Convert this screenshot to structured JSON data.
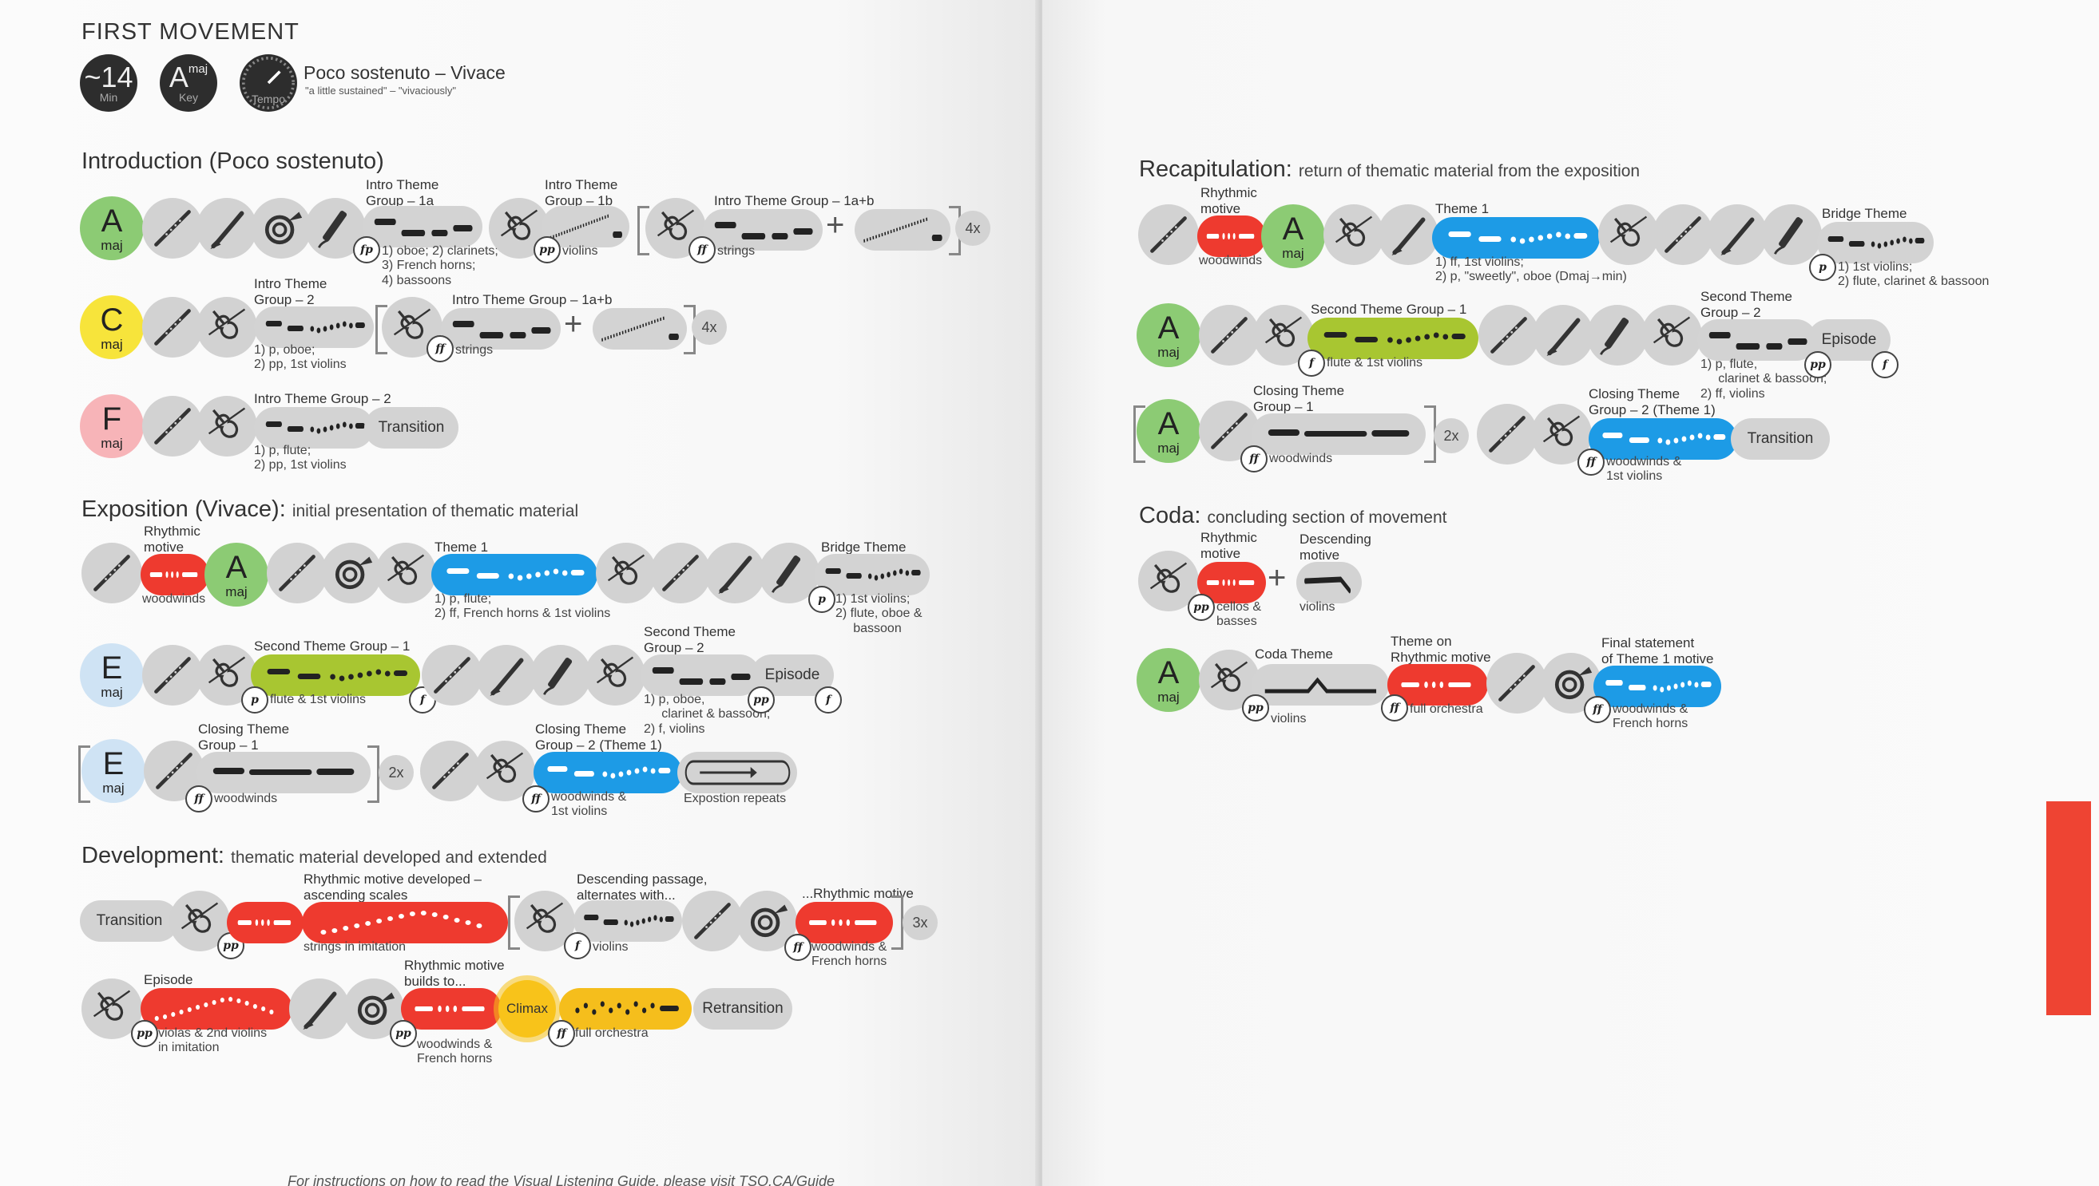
{
  "colors": {
    "theme1": "#1d9be6",
    "theme2": "#a8c631",
    "rhythmic": "#ee3a2f",
    "closing": "#f5be1c",
    "key_a": "#8ccb74",
    "key_c": "#f7e43b",
    "key_f": "#f7b4b8",
    "key_e": "#cfe3f4",
    "instrument": "#d2d2d2"
  },
  "header": {
    "title": "FIRST MOVEMENT",
    "duration_value": "~14",
    "duration_unit": "Min",
    "key_letter": "A",
    "key_mode": "maj",
    "key_caption": "Key",
    "tempo_caption": "Tempo",
    "tempo_text": "Poco sostenuto – Vivace",
    "tempo_translation": "\"a little sustained\" – \"vivaciously\""
  },
  "intro": {
    "title": "Introduction (Poco sostenuto)",
    "row1": {
      "key": "A",
      "mode": "maj",
      "g1a_label": "Intro Theme\nGroup – 1a",
      "g1a_note": "1) oboe; 2) clarinets;\n3) French horns;\n4) bassoons",
      "g1a_dyn": "fp",
      "g1b_label": "Intro Theme\nGroup – 1b",
      "g1b_note": "violins",
      "g1b_dyn": "pp",
      "g1ab_label": "Intro Theme Group – 1a+b",
      "g1ab_note": "strings",
      "g1ab_dyn": "ff",
      "repeat": "4x"
    },
    "row2": {
      "key": "C",
      "mode": "maj",
      "g2_label": "Intro Theme\nGroup – 2",
      "g2_note": "1) p, oboe;\n2) pp, 1st violins",
      "g1ab_label": "Intro Theme Group – 1a+b",
      "g1ab_note": "strings",
      "g1ab_dyn": "ff",
      "repeat": "4x"
    },
    "row3": {
      "key": "F",
      "mode": "maj",
      "g2_label": "Intro Theme Group – 2",
      "g2_note": "1) p, flute;\n2) pp, 1st violins",
      "transition": "Transition"
    }
  },
  "exposition": {
    "title": "Exposition (Vivace):",
    "subtitle": "initial presentation of thematic material",
    "row1": {
      "rhythmic_label": "Rhythmic\nmotive",
      "rhythmic_note": "woodwinds",
      "key": "A",
      "mode": "maj",
      "theme1_label": "Theme 1",
      "theme1_note": "1) p, flute;\n2) ff, French horns & 1st violins",
      "bridge_label": "Bridge Theme",
      "bridge_note": "1) 1st violins;\n2) flute, oboe &\n     bassoon",
      "bridge_dyn": "p"
    },
    "row2": {
      "key": "E",
      "mode": "maj",
      "stg1_label": "Second Theme Group – 1",
      "stg1_note": "flute & 1st violins",
      "stg1_dyn": "p",
      "stg1_dyn2": "f",
      "stg2_label": "Second Theme\nGroup – 2",
      "stg2_note": "1) p, oboe,\n     clarinet & bassoon;\n2) f, violins",
      "episode": "Episode",
      "ep_dyn1": "pp",
      "ep_dyn2": "f"
    },
    "row3": {
      "key": "E",
      "mode": "maj",
      "ctg1_label": "Closing Theme\nGroup – 1",
      "ctg1_note": "woodwinds",
      "ctg1_dyn": "ff",
      "repeat": "2x",
      "ctg2_label": "Closing Theme\nGroup – 2 (Theme 1)",
      "ctg2_note": "woodwinds &\n1st violins",
      "ctg2_dyn": "ff",
      "repeats_note": "Expostion repeats"
    }
  },
  "development": {
    "title": "Development:",
    "subtitle": "thematic material developed and extended",
    "row1": {
      "transition": "Transition",
      "asc_label": "Rhythmic motive developed –\nascending scales",
      "asc_note": "strings in imitation",
      "desc_label": "Descending passage,\nalternates with...",
      "desc_note": "violins",
      "desc_dyn": "f",
      "rhythm_label": "...Rhythmic motive",
      "rhythm_note": "woodwinds &\nFrench horns",
      "rhythm_dyn": "ff",
      "repeat": "3x",
      "violin_dyn": "pp"
    },
    "row2": {
      "episode_label": "Episode",
      "episode_note": "violas & 2nd violins\nin imitation",
      "episode_dyn": "pp",
      "builds_label": "Rhythmic motive\nbuilds to...",
      "builds_note": "woodwinds &\nFrench horns",
      "builds_dyn": "pp",
      "climax": "Climax",
      "full_note": "full orchestra",
      "full_dyn": "ff",
      "retransition": "Retransition"
    }
  },
  "footer": {
    "text": "For instructions on how to read the Visual Listening Guide, please visit TSO.CA/Guide"
  },
  "recap": {
    "title": "Recapitulation:",
    "subtitle": "return of thematic material from the exposition",
    "row1": {
      "rhythmic_label": "Rhythmic\nmotive",
      "rhythmic_note": "woodwinds",
      "key": "A",
      "mode": "maj",
      "theme1_label": "Theme 1",
      "theme1_note": "1) ff, 1st violins;\n2) p, \"sweetly\", oboe (Dmaj→min)",
      "bridge_label": "Bridge Theme",
      "bridge_note": "1) 1st violins;\n2) flute, clarinet & bassoon",
      "bridge_dyn": "p"
    },
    "row2": {
      "key": "A",
      "mode": "maj",
      "stg1_label": "Second Theme Group – 1",
      "stg1_note": "flute & 1st violins",
      "stg1_dyn": "f",
      "stg2_label": "Second Theme\nGroup – 2",
      "stg2_note": "1) p, flute,\n     clarinet & bassoon;\n2) ff, violins",
      "episode": "Episode",
      "ep_dyn1": "pp",
      "ep_dyn2": "f"
    },
    "row3": {
      "key": "A",
      "mode": "maj",
      "ctg1_label": "Closing Theme\nGroup – 1",
      "ctg1_note": "woodwinds",
      "ctg1_dyn": "ff",
      "repeat": "2x",
      "ctg2_label": "Closing Theme\nGroup – 2 (Theme 1)",
      "ctg2_note": "woodwinds &\n1st violins",
      "ctg2_dyn": "ff",
      "transition": "Transition"
    }
  },
  "coda": {
    "title": "Coda:",
    "subtitle": "concluding section of movement",
    "row1": {
      "rhythmic_label": "Rhythmic\nmotive",
      "rhythmic_note": "cellos &\nbasses",
      "rhythmic_dyn": "pp",
      "desc_label": "Descending\nmotive",
      "desc_note": "violins"
    },
    "row2": {
      "key": "A",
      "mode": "maj",
      "coda_label": "Coda Theme",
      "coda_note": "violins",
      "coda_dyn": "pp",
      "theme_on_label": "Theme on\nRhythmic motive",
      "theme_on_note": "full orchestra",
      "theme_on_dyn": "ff",
      "final_label": "Final statement\nof Theme 1 motive",
      "final_note": "woodwinds &\nFrench horns",
      "final_dyn": "ff"
    }
  }
}
